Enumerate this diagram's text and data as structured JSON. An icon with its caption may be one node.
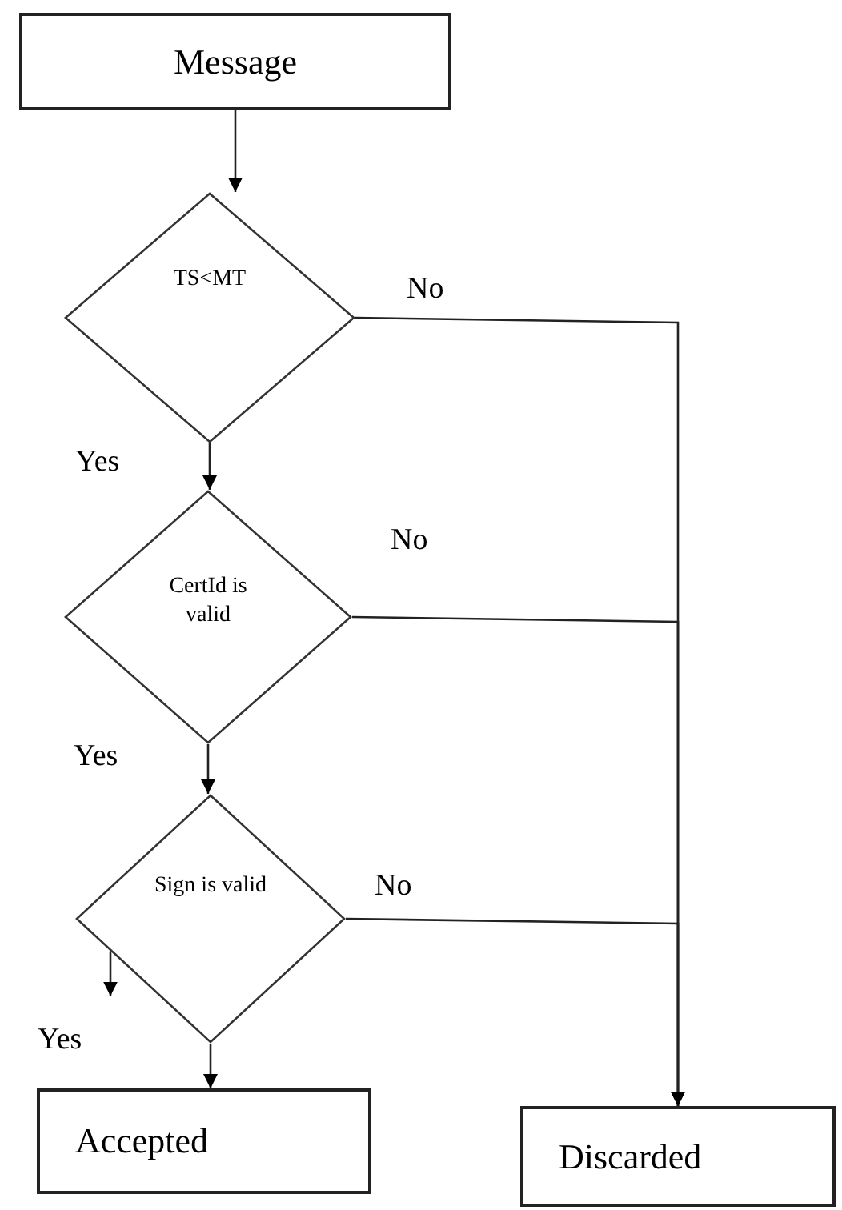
{
  "diagram": {
    "nodes": [
      {
        "text": [
          "Message"
        ]
      },
      {
        "text": [
          "TS<MT"
        ]
      },
      {
        "text": [
          "CertId is valid"
        ]
      },
      {
        "text": [
          "Sign is valid"
        ]
      },
      {
        "text": [
          "Accepted"
        ]
      },
      {
        "text": [
          "Discarded"
        ]
      }
    ],
    "edges": [
      {
        "from": 0,
        "to": 1,
        "arrow": "to"
      },
      {
        "from": 1,
        "to": 2,
        "arrow": "to",
        "label": "Yes"
      },
      {
        "from": 2,
        "to": 3,
        "arrow": "to",
        "label": "Yes"
      },
      {
        "from": 3,
        "to": 4,
        "arrow": "to",
        "label": "Yes"
      },
      {
        "from": 1,
        "to": 5,
        "arrow": "to",
        "label": "No"
      },
      {
        "from": 2,
        "to": 5,
        "arrow": "to",
        "label": "No"
      },
      {
        "from": 3,
        "to": 5,
        "arrow": "to",
        "label": "No"
      },
      {
        "from": 3,
        "to": null,
        "arrow": "to"
      }
    ]
  }
}
